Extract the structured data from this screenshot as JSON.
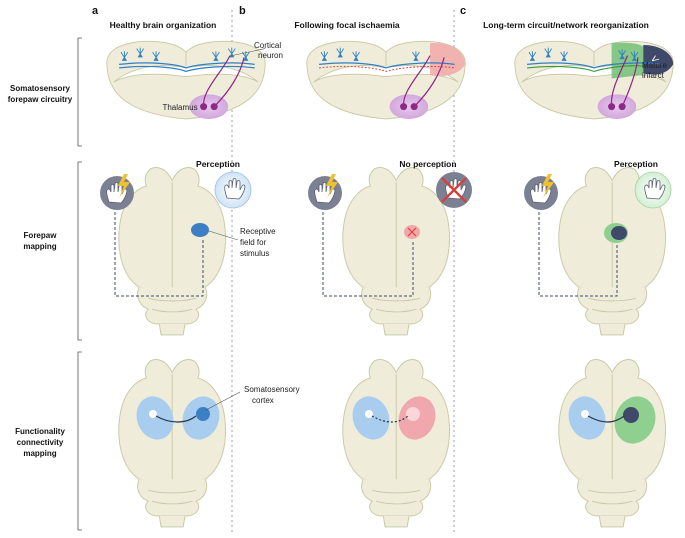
{
  "panels": [
    {
      "letter": "a",
      "title": "Healthy brain organization"
    },
    {
      "letter": "b",
      "title": "Following focal ischaemia"
    },
    {
      "letter": "c",
      "title": "Long-term circuit/network reorganization"
    }
  ],
  "rows": [
    {
      "line1": "Somatosensory",
      "line2": "forepaw circuitry"
    },
    {
      "line1": "Forepaw",
      "line2": "mapping"
    },
    {
      "line1": "Functionality",
      "line2": "connectivity",
      "line3": "mapping"
    }
  ],
  "annotations": {
    "cortical_neuron_1": "Cortical",
    "cortical_neuron_2": "neuron",
    "thalamus": "Thalamus",
    "mature_infarct_1": "Mature",
    "mature_infarct_2": "infarct",
    "receptive_1": "Receptive",
    "receptive_2": "field for",
    "receptive_3": "stimulus",
    "somato_1": "Somatosensory",
    "somato_2": "cortex"
  },
  "perception": [
    "Perception",
    "No perception",
    "Perception"
  ],
  "colors": {
    "brain": "#efedda",
    "brain_stroke": "#c9c6a4",
    "neuron": "#2f7fc6",
    "thalamus": "#d9b4df",
    "thalamus_core": "#8e2a86",
    "infarct_red": "#f0a8a8",
    "infarct_green": "#79c27a",
    "mature_infarct": "#3f4a6a",
    "hand_badge": "#7b8193",
    "bolt": "#f2c12e",
    "receptive": "#3d7fc4",
    "fc_blue": "#a9cdee",
    "fc_red": "#f0a8ae",
    "fc_green": "#8fcf8f"
  }
}
